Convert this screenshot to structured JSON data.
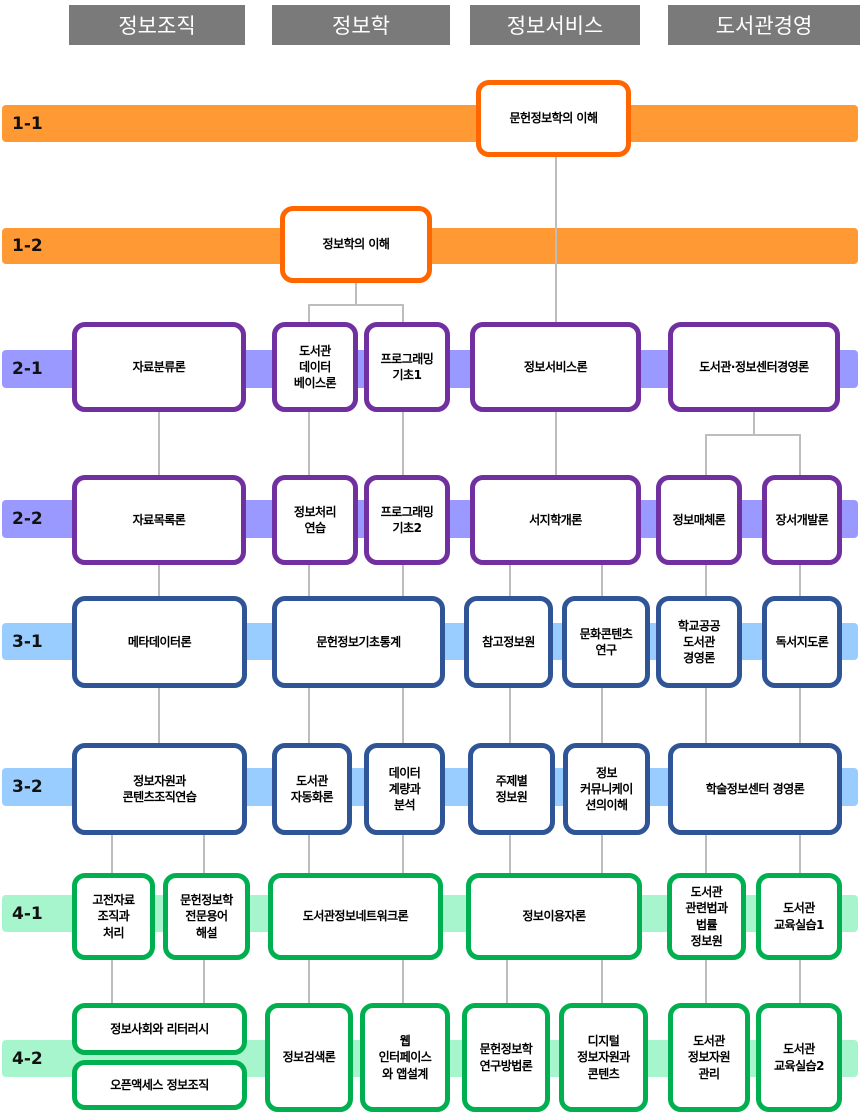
{
  "headers": [
    "정보조직",
    "정보학",
    "정보서비스",
    "도서관경영"
  ],
  "levels": [
    "1-1",
    "1-2",
    "2-1",
    "2-2",
    "3-1",
    "3-2",
    "4-1",
    "4-2"
  ],
  "courses": {
    "l11": [
      "문헌정보학의 이해"
    ],
    "l12": [
      "정보학의 이해"
    ],
    "l21": [
      "자료분류론",
      "도서관\n데이터\n베이스론",
      "프로그래밍\n기초1",
      "정보서비스론",
      "도서관·정보센터경영론"
    ],
    "l22": [
      "자료목록론",
      "정보처리\n연습",
      "프로그래밍\n기초2",
      "서지학개론",
      "정보매체론",
      "장서개발론"
    ],
    "l31": [
      "메타데이터론",
      "문헌정보기초통계",
      "참고정보원",
      "문화콘텐츠\n연구",
      "학교공공\n도서관\n경영론",
      "독서지도론"
    ],
    "l32": [
      "정보자원과\n콘텐츠조직연습",
      "도서관\n자동화론",
      "데이터\n계량과\n분석",
      "주제별\n정보원",
      "정보\n커뮤니케이\n션의이해",
      "학술정보센터 경영론"
    ],
    "l41": [
      "고전자료\n조직과\n처리",
      "문헌정보학\n전문용어\n해설",
      "도서관정보네트워크론",
      "정보이용자론",
      "도서관\n관련법과\n법률\n정보원",
      "도서관\n교육실습1"
    ],
    "l42": [
      "정보사회와 리터러시",
      "오픈액세스 정보조직",
      "정보검색론",
      "웹\n인터페이스\n와 앱설계",
      "문헌정보학\n연구방법론",
      "디지털\n정보자원과\n콘텐츠",
      "도서관\n정보자원\n관리",
      "도서관\n교육실습2"
    ]
  },
  "colors": {
    "orange": "#FF6600",
    "purple": "#7030A0",
    "blue": "#2F5597",
    "green": "#00B050"
  }
}
